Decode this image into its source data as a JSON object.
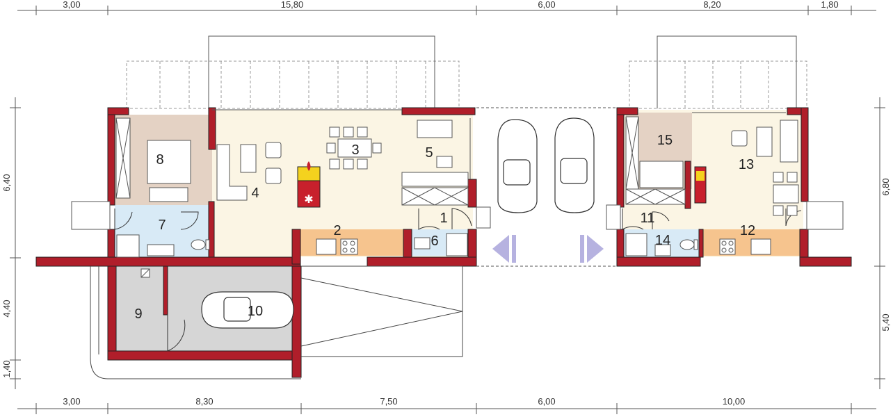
{
  "dimensions": {
    "top": [
      "3,00",
      "15,80",
      "6,00",
      "8,20",
      "1,80"
    ],
    "bottom": [
      "3,00",
      "8,30",
      "7,50",
      "6,00",
      "10,00"
    ],
    "left": [
      "6,40",
      "4,40",
      "1,40"
    ],
    "right": [
      "6,80",
      "5,40"
    ]
  },
  "rooms": [
    "1",
    "2",
    "3",
    "4",
    "5",
    "6",
    "7",
    "8",
    "9",
    "10",
    "11",
    "12",
    "13",
    "14",
    "15"
  ],
  "colors": {
    "wall": "#b01e2a",
    "living": "#fbf5e4",
    "bedroom": "#e4d2c4",
    "bathroom": "#d8eaf6",
    "kitchen": "#f6c48e",
    "garage": "#d6d6d6",
    "arrow": "#b6b2e0",
    "fireplace": "#c8202c",
    "flame": "#f4d21e"
  },
  "icons": [
    "car-icon",
    "sofa-icon",
    "table-icon",
    "chair-icon",
    "bed-icon",
    "toilet-icon",
    "shower-icon",
    "sink-icon",
    "stove-icon",
    "fireplace-icon",
    "door-swing-icon",
    "arrow-left-icon",
    "arrow-right-icon"
  ]
}
